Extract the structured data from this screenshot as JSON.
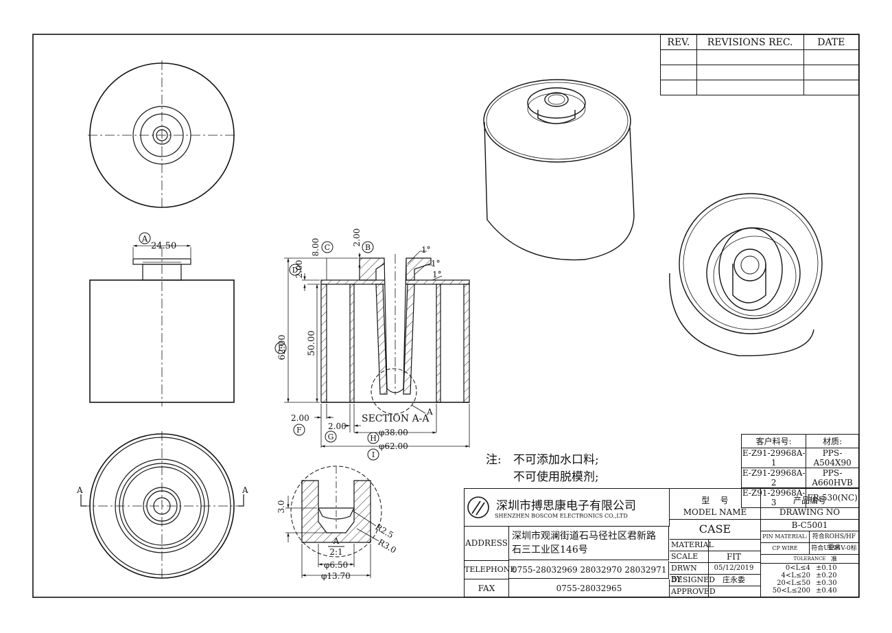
{
  "revisions": {
    "rev_header": "REV.",
    "rec_header": "REVISIONS REC.",
    "date_header": "DATE"
  },
  "dims": {
    "a_label": "A",
    "b_label": "B",
    "c_label": "C",
    "d_label": "D",
    "e_label": "E",
    "f_label": "F",
    "g_label": "G",
    "h_label": "H",
    "i_label": "I",
    "a_value": "24.50",
    "b_value": "2.00",
    "c_value": "8.00",
    "d_value": "2.00",
    "e_value": "62.00",
    "inner_height": "50.00",
    "f_value": "2.00",
    "g_value": "2.00",
    "h_value": "φ38.00",
    "i_value": "φ62.00",
    "angle1": "1°",
    "angle2": "1°",
    "angle3": "1°",
    "section_label": "SECTION A-A",
    "detail_ref": "A",
    "cut_left": "A",
    "cut_right": "A"
  },
  "detail": {
    "height": "3.0",
    "r1": "R2.5",
    "r2": "R3.0",
    "label": "A",
    "scale": "2:1",
    "d1": "φ6.50",
    "d2": "φ13.70"
  },
  "notes": {
    "prefix": "注:",
    "line1": "不可添加水口料;",
    "line2": "不可使用脱模剂;"
  },
  "materials": {
    "header_part": "客户料号:",
    "header_material": "材质:",
    "rows": [
      {
        "part": "E-Z91-29968A-1",
        "material": "PPS-A504X90"
      },
      {
        "part": "E-Z91-29968A-2",
        "material": "PPS-A660HVB"
      },
      {
        "part": "E-Z91-29968A-3",
        "material": "FR-530(NC)"
      }
    ]
  },
  "title_block": {
    "company_cn": "深圳市搏思康电子有限公司",
    "company_en": "SHENZHEN BOSCOM ELECTRONICS CO.,LTD",
    "address_label": "ADDRESS",
    "address_line1": "深圳市观澜街道石马径社区君新路",
    "address_line2": "石三工业区146号",
    "telephone_label": "TELEPHONE",
    "telephone": "0755-28032969 28032970 28032971",
    "fax_label": "FAX",
    "fax": "0755-28032965",
    "model_cn": "型    号",
    "model_en": "MODEL NAME",
    "model_value": "CASE",
    "drawing_cn": "产品编号",
    "drawing_en": "DRAWING NO",
    "drawing_value": "B-C5001",
    "material_label": "MATERIAL",
    "scale_label": "SCALE",
    "scale_value": "FIT",
    "drawn_label": "DRWN BY",
    "drawn_value": "05/12/2019",
    "designed_label": "DESIGNED",
    "designed_value": "庄永委",
    "approved_label": "APPROVED",
    "pin_material_label": "PIN MATERIAL:",
    "pin_material_value": "符合ROHS/HF要求",
    "cp_wire_label": "CP WIRE",
    "cp_wire_value": "符合UL94V-0标准",
    "tolerance_label": "TOLERANCE",
    "tol1_range": "0<L≤4",
    "tol1_value": "±0.10",
    "tol2_range": "4<L≤20",
    "tol2_value": "±0.20",
    "tol3_range": "20<L≤50",
    "tol3_value": "±0.30",
    "tol4_range": "50<L≤200",
    "tol4_value": "±0.40"
  },
  "icons": {
    "logo": "boscom-logo-icon"
  }
}
